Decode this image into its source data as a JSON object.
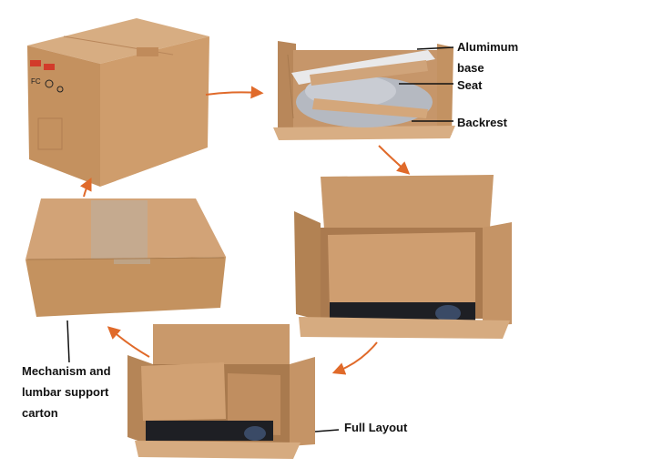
{
  "colors": {
    "cardboard": "#c99a68",
    "cardboard_dark": "#b08055",
    "cardboard_light": "#d9b188",
    "arrow": "#e06a2a",
    "leader_line": "#111111",
    "packing_bag": "#b8bcc4",
    "dark_parts": "#1e1f24"
  },
  "annotations": {
    "aluminium_base": "Alumimum",
    "aluminium_base_cont": "base",
    "seat": "Seat",
    "backrest": "Backrest",
    "mechanism_line1": "Mechanism and",
    "mechanism_line2": "lumbar support",
    "mechanism_line3": "carton",
    "full_layout": "Full Layout"
  },
  "sequence": [
    "closed-shipping-box",
    "open-box-seat-backrest-base",
    "open-box-flat-carton-on-top",
    "open-box-small-carton",
    "taped-box"
  ]
}
